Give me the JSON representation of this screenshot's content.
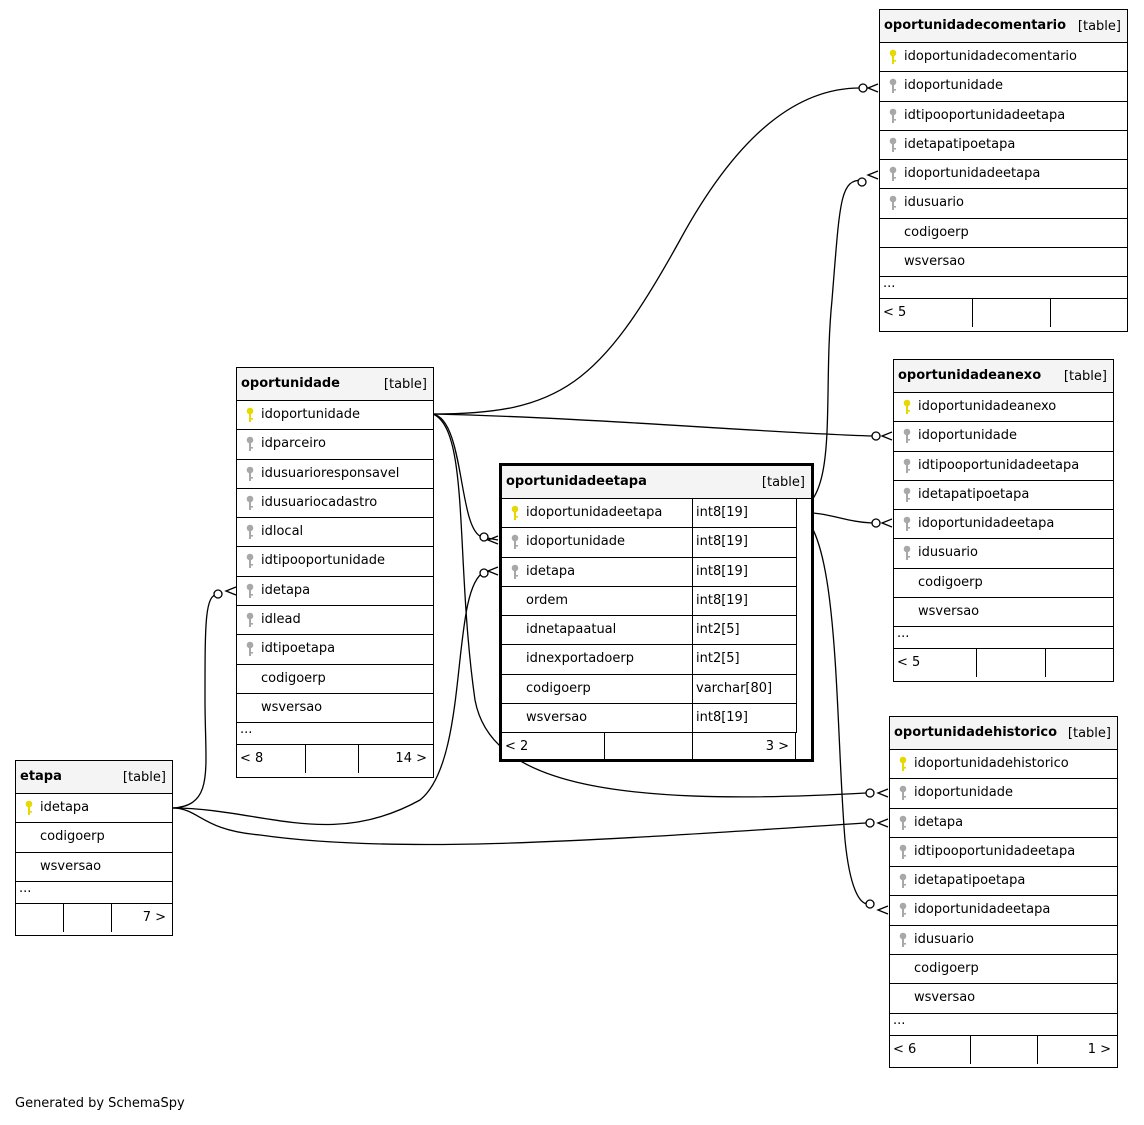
{
  "generated_by": "Generated by SchemaSpy",
  "tables": {
    "oportunidadecomentario": {
      "name": "oportunidadecomentario",
      "type": "[table]",
      "columns": [
        {
          "name": "idoportunidadecomentario",
          "key": "primary"
        },
        {
          "name": "idoportunidade",
          "key": "foreign"
        },
        {
          "name": "idtipooportunidadeetapa",
          "key": "foreign"
        },
        {
          "name": "idetapatipoetapa",
          "key": "foreign"
        },
        {
          "name": "idoportunidadeetapa",
          "key": "foreign"
        },
        {
          "name": "idusuario",
          "key": "foreign"
        },
        {
          "name": "codigoerp",
          "key": "none"
        },
        {
          "name": "wsversao",
          "key": "none"
        }
      ],
      "ellipsis": "...",
      "footer_left": "< 5",
      "footer_right": ""
    },
    "oportunidade": {
      "name": "oportunidade",
      "type": "[table]",
      "columns": [
        {
          "name": "idoportunidade",
          "key": "primary"
        },
        {
          "name": "idparceiro",
          "key": "foreign"
        },
        {
          "name": "idusuarioresponsavel",
          "key": "foreign"
        },
        {
          "name": "idusuariocadastro",
          "key": "foreign"
        },
        {
          "name": "idlocal",
          "key": "foreign"
        },
        {
          "name": "idtipooportunidade",
          "key": "foreign"
        },
        {
          "name": "idetapa",
          "key": "foreign"
        },
        {
          "name": "idlead",
          "key": "foreign"
        },
        {
          "name": "idtipoetapa",
          "key": "foreign"
        },
        {
          "name": "codigoerp",
          "key": "none"
        },
        {
          "name": "wsversao",
          "key": "none"
        }
      ],
      "ellipsis": "...",
      "footer_left": "< 8",
      "footer_right": "14 >"
    },
    "oportunidadeanexo": {
      "name": "oportunidadeanexo",
      "type": "[table]",
      "columns": [
        {
          "name": "idoportunidadeanexo",
          "key": "primary"
        },
        {
          "name": "idoportunidade",
          "key": "foreign"
        },
        {
          "name": "idtipooportunidadeetapa",
          "key": "foreign"
        },
        {
          "name": "idetapatipoetapa",
          "key": "foreign"
        },
        {
          "name": "idoportunidadeetapa",
          "key": "foreign"
        },
        {
          "name": "idusuario",
          "key": "foreign"
        },
        {
          "name": "codigoerp",
          "key": "none"
        },
        {
          "name": "wsversao",
          "key": "none"
        }
      ],
      "ellipsis": "...",
      "footer_left": "< 5",
      "footer_right": ""
    },
    "oportunidadeetapa": {
      "name": "oportunidadeetapa",
      "type": "[table]",
      "columns": [
        {
          "name": "idoportunidadeetapa",
          "key": "primary",
          "type": "int8[19]"
        },
        {
          "name": "idoportunidade",
          "key": "foreign",
          "type": "int8[19]"
        },
        {
          "name": "idetapa",
          "key": "foreign",
          "type": "int8[19]"
        },
        {
          "name": "ordem",
          "key": "none",
          "type": "int8[19]"
        },
        {
          "name": "idnetapaatual",
          "key": "none",
          "type": "int2[5]"
        },
        {
          "name": "idnexportadoerp",
          "key": "none",
          "type": "int2[5]"
        },
        {
          "name": "codigoerp",
          "key": "none",
          "type": "varchar[80]"
        },
        {
          "name": "wsversao",
          "key": "none",
          "type": "int8[19]"
        }
      ],
      "footer_left": "< 2",
      "footer_right": "3 >"
    },
    "oportunidadehistorico": {
      "name": "oportunidadehistorico",
      "type": "[table]",
      "columns": [
        {
          "name": "idoportunidadehistorico",
          "key": "primary"
        },
        {
          "name": "idoportunidade",
          "key": "foreign"
        },
        {
          "name": "idetapa",
          "key": "foreign"
        },
        {
          "name": "idtipooportunidadeetapa",
          "key": "foreign"
        },
        {
          "name": "idetapatipoetapa",
          "key": "foreign"
        },
        {
          "name": "idoportunidadeetapa",
          "key": "foreign"
        },
        {
          "name": "idusuario",
          "key": "foreign"
        },
        {
          "name": "codigoerp",
          "key": "none"
        },
        {
          "name": "wsversao",
          "key": "none"
        }
      ],
      "ellipsis": "...",
      "footer_left": "< 6",
      "footer_right": "1 >"
    },
    "etapa": {
      "name": "etapa",
      "type": "[table]",
      "columns": [
        {
          "name": "idetapa",
          "key": "primary"
        },
        {
          "name": "codigoerp",
          "key": "none"
        },
        {
          "name": "wsversao",
          "key": "none"
        }
      ],
      "ellipsis": "...",
      "footer_left": "",
      "footer_right": "7 >"
    }
  },
  "colors": {
    "primary_key": "#e6d800",
    "foreign_key": "#a8a8a8",
    "header_bg": "#f4f4f4",
    "line": "#000000"
  }
}
